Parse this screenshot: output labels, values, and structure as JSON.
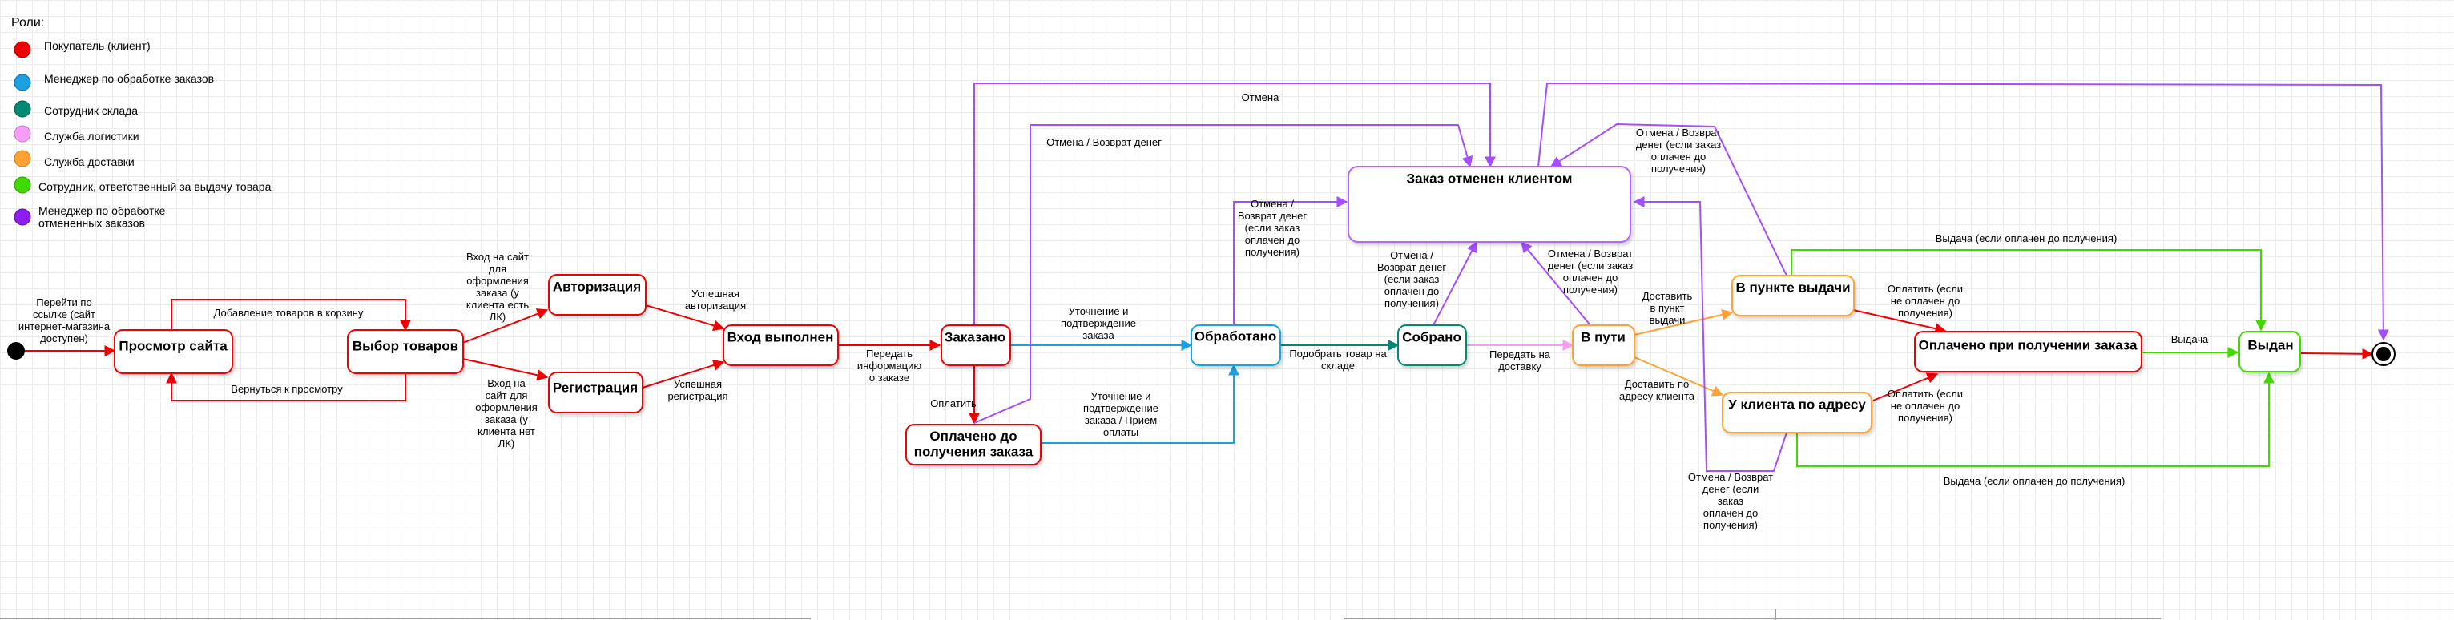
{
  "legend": {
    "title": "Роли:",
    "roles": [
      {
        "label": "Покупатель (клиент)",
        "color": "#f00000"
      },
      {
        "label": "Менеджер по обработке заказов",
        "color": "#1ba1e2"
      },
      {
        "label": "Сотрудник склада",
        "color": "#008a72"
      },
      {
        "label": "Служба логистики",
        "color": "#f59ef5"
      },
      {
        "label": "Служба доставки",
        "color": "#ffa233"
      },
      {
        "label": "Сотрудник, ответственный за выдачу товара",
        "color": "#40d900"
      },
      {
        "label": "Менеджер по обработке отмененных заказов",
        "color": "#8c1ef0"
      }
    ]
  },
  "states": {
    "view_site": "Просмотр сайта",
    "choose_goods": "Выбор товаров",
    "authorization": "Авторизация",
    "registration": "Регистрация",
    "logged_in": "Вход выполнен",
    "ordered": "Заказано",
    "paid_before": [
      "Оплачено до",
      "получения заказа"
    ],
    "processed": "Обработано",
    "assembled": "Собрано",
    "in_transit": "В пути",
    "at_pickup_point": "В пункте выдачи",
    "at_client_address": "У клиента по адресу",
    "paid_on_receipt": "Оплачено при получении заказа",
    "issued": "Выдан",
    "cancelled": "Заказ отменен клиентом"
  },
  "transitions": {
    "go_to_site": [
      "Перейти по",
      "ссылке (сайт",
      "интернет-магазина",
      "доступен)"
    ],
    "add_to_cart": "Добавление товаров в корзину",
    "back_to_view": "Вернуться к просмотру",
    "login_with_account": [
      "Вход на сайт",
      "для",
      "оформления",
      "заказа (у",
      "клиента есть",
      "ЛК)"
    ],
    "login_without_account": [
      "Вход на",
      "сайт для",
      "оформления",
      "заказа (у",
      "клиента нет",
      "ЛК)"
    ],
    "success_auth": [
      "Успешная",
      "авторизация"
    ],
    "success_reg": [
      "Успешная",
      "регистрация"
    ],
    "pass_info": [
      "Передать",
      "информацию",
      "о заказе"
    ],
    "pay": "Оплатить",
    "clarify_confirm": [
      "Уточнение и",
      "подтверждение",
      "заказа"
    ],
    "clarify_confirm_pay": [
      "Уточнение и",
      "подтверждение",
      "заказа / Прием",
      "оплаты"
    ],
    "pick_goods": [
      "Подобрать товар на",
      "складе"
    ],
    "hand_to_delivery": [
      "Передать на",
      "доставку"
    ],
    "deliver_to_pickup": [
      "Доставить",
      "в пункт",
      "выдачи"
    ],
    "deliver_to_address": [
      "Доставить по",
      "адресу клиента"
    ],
    "pay_if_not_paid_1": [
      "Оплатить (если",
      "не оплачен до",
      "получения)"
    ],
    "pay_if_not_paid_2": [
      "Оплатить (если",
      "не оплачен до",
      "получения)"
    ],
    "issue": "Выдача",
    "issue_if_paid_1": "Выдача (если оплачен до получения)",
    "issue_if_paid_2": "Выдача (если оплачен до получения)",
    "cancel_top": "Отмена",
    "cancel_refund_top": "Отмена / Возврат денег",
    "cancel_refund_processed": [
      "Отмена /",
      "Возврат денег",
      "(если заказ",
      "оплачен до",
      "получения)"
    ],
    "cancel_refund_assembled": [
      "Отмена /",
      "Возврат денег",
      "(если заказ",
      "оплачен до",
      "получения)"
    ],
    "cancel_refund_transit": [
      "Отмена / Возврат",
      "денег (если заказ",
      "оплачен до",
      "получения)"
    ],
    "cancel_refund_pickup": [
      "Отмена / Возврат",
      "денег (если заказ",
      "оплачен до",
      "получения)"
    ],
    "cancel_refund_address": [
      "Отмена / Возврат",
      "денег (если",
      "заказ",
      "оплачен до",
      "получения)"
    ]
  },
  "colors": {
    "client": "#f00000",
    "manager": "#1ba1e2",
    "warehouse": "#008a72",
    "logistics": "#f59ef5",
    "delivery": "#ffa233",
    "issuer": "#40d900",
    "cancel_manager": "#8c1ef0"
  }
}
